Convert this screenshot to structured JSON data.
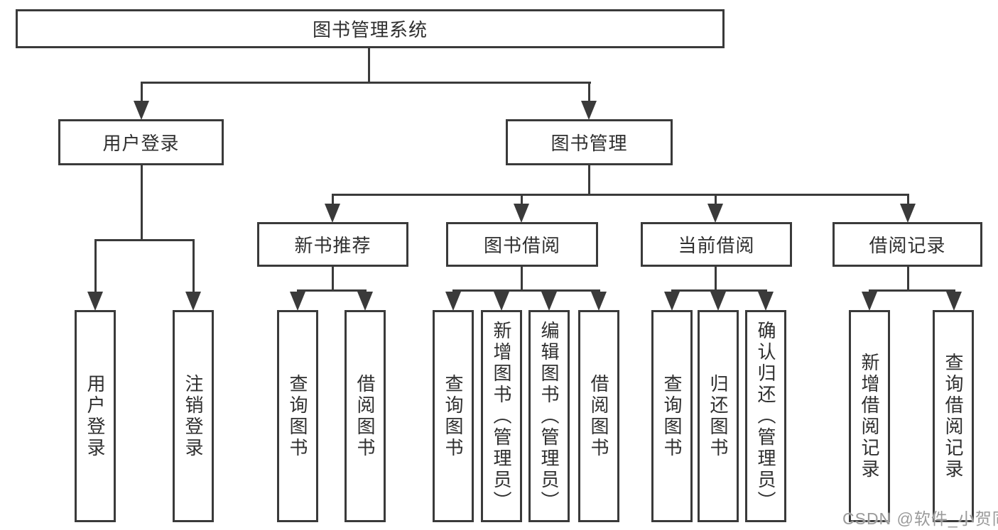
{
  "diagram": {
    "root": {
      "label": "图书管理系统"
    },
    "branches": [
      {
        "label": "用户登录",
        "children": [
          "用户登录",
          "注销登录"
        ]
      },
      {
        "label": "图书管理",
        "sections": [
          {
            "label": "新书推荐",
            "children": [
              "查询图书",
              "借阅图书"
            ]
          },
          {
            "label": "图书借阅",
            "children": [
              "查询图书",
              "新增图书（管理员）",
              "编辑图书（管理员）",
              "借阅图书"
            ]
          },
          {
            "label": "当前借阅",
            "children": [
              "查询图书",
              "归还图书",
              "确认归还（管理员）"
            ]
          },
          {
            "label": "借阅记录",
            "children": [
              "新增借阅记录",
              "查询借阅记录"
            ]
          }
        ]
      }
    ]
  },
  "watermark": {
    "text": "CSDN @软件_小贺同学"
  },
  "colors": {
    "line": "#3a3a3a",
    "text": "#2f2f2f",
    "background": "#ffffff",
    "watermark": "#9a9a9a"
  }
}
